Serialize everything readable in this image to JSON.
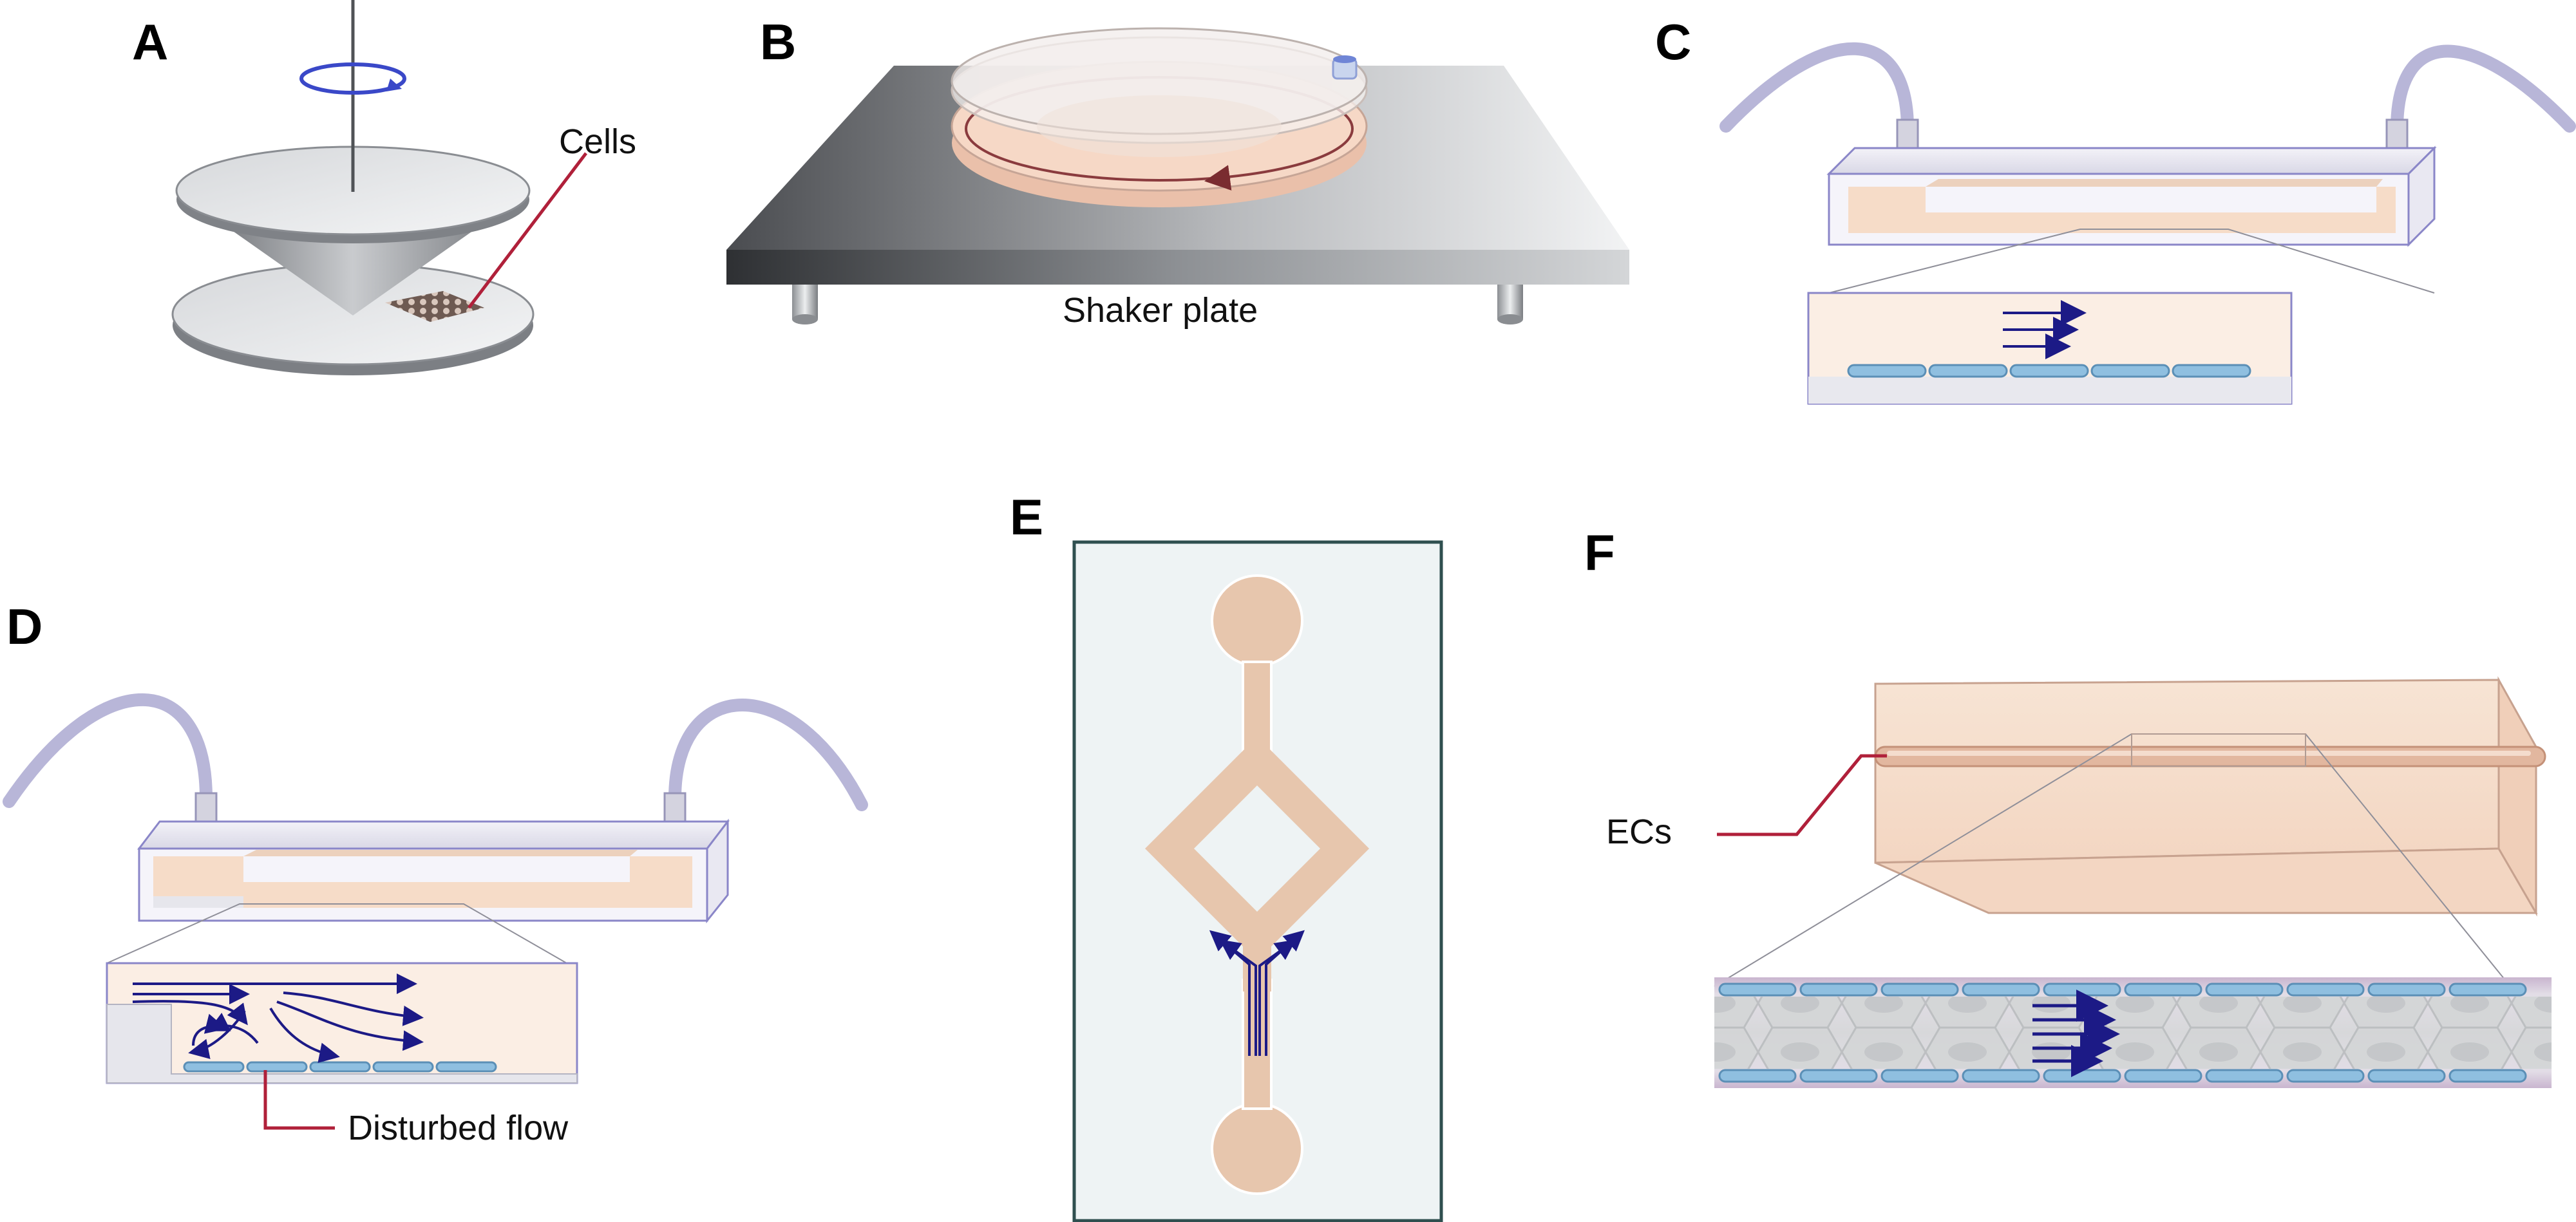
{
  "panels": {
    "a": {
      "label": "A",
      "callout": "Cells"
    },
    "b": {
      "label": "B",
      "callout": "Shaker plate"
    },
    "c": {
      "label": "C"
    },
    "d": {
      "label": "D",
      "callout": "Disturbed flow"
    },
    "e": {
      "label": "E"
    },
    "f": {
      "label": "F",
      "callout": "ECs"
    }
  },
  "colors": {
    "tissue": "#f6dcc8",
    "chamber_fill": "#fbeee4",
    "chamber_edge": "#8a86c8",
    "tube": "#b8b6d8",
    "arrow": "#1c1a86",
    "leader": "#b0203a",
    "cell_blue": "#8fbfe0",
    "microfluidic_bg": "#eef3f4",
    "microfluidic_channel": "#e7c6ad"
  }
}
